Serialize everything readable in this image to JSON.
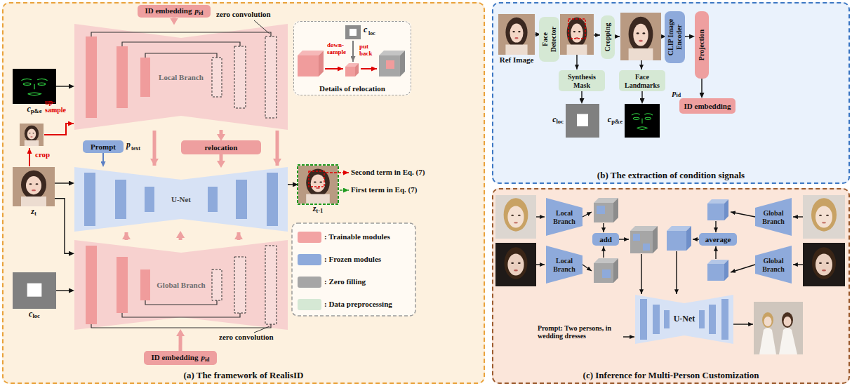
{
  "diagram": {
    "nodes": [
      {
        "text": [
          "(a) The framework of RealisID"
        ]
      },
      {
        "text": [
          "ID embedding",
          "p",
          "id"
        ],
        "in": 0
      },
      {
        "text": [
          "Local Branch"
        ],
        "in": 0
      },
      {
        "text": [
          "c",
          "p&e"
        ],
        "in": 0
      },
      {
        "text": [
          "z",
          "t"
        ],
        "in": 0
      },
      {
        "text": [
          "Prompt"
        ],
        "in": 0
      },
      {
        "text": [
          "relocation"
        ],
        "in": 0
      },
      {
        "text": [
          "U-Net"
        ],
        "in": 0
      },
      {
        "text": [
          "z",
          "t-1"
        ],
        "in": 0
      },
      {
        "text": [
          "c",
          "loc"
        ],
        "in": 0
      },
      {
        "text": [
          "Global Branch"
        ],
        "in": 0
      },
      {
        "text": [
          "ID embedding",
          "p",
          "id"
        ],
        "in": 0
      },
      {
        "text": [
          "Details of relocation"
        ],
        "in": 0
      },
      {
        "text": [
          "(b) The extraction of condition signals"
        ]
      },
      {
        "text": [
          "Ref Image"
        ],
        "in": 13
      },
      {
        "text": [
          "Face Detector"
        ],
        "in": 13
      },
      {
        "text": [
          "Cropping"
        ],
        "in": 13
      },
      {
        "text": [
          "CLIP Image Encoder"
        ],
        "in": 13
      },
      {
        "text": [
          "Projection"
        ],
        "in": 13
      },
      {
        "text": [
          "Synthesis Mask"
        ],
        "in": 13
      },
      {
        "text": [
          "Face Landmarks"
        ],
        "in": 13
      },
      {
        "text": [
          "p",
          "id",
          "ID embedding"
        ],
        "in": 13
      },
      {
        "text": [
          "c",
          "loc"
        ],
        "in": 13
      },
      {
        "text": [
          "c",
          "p&e"
        ],
        "in": 13
      },
      {
        "text": [
          "(c) Inference for Multi-Person Customization"
        ]
      },
      {
        "text": [
          "Local Branch"
        ],
        "in": 24
      },
      {
        "text": [
          "Local Branch"
        ],
        "in": 24
      },
      {
        "text": [
          "add"
        ],
        "in": 24
      },
      {
        "text": [
          "average"
        ],
        "in": 24
      },
      {
        "text": [
          "Global Branch"
        ],
        "in": 24
      },
      {
        "text": [
          "Global Branch"
        ],
        "in": 24
      },
      {
        "text": [
          "U-Net"
        ],
        "in": 24
      }
    ],
    "edges": [
      {
        "from": 1,
        "to": 2,
        "arrow": "to"
      },
      {
        "from": 3,
        "to": 2,
        "arrow": "to"
      },
      {
        "from": 4,
        "to": 7,
        "arrow": "to"
      },
      {
        "from": 4,
        "to": 10,
        "arrow": "to"
      },
      {
        "from": 9,
        "to": 10,
        "arrow": "to"
      },
      {
        "from": 11,
        "to": 10,
        "arrow": "to"
      },
      {
        "from": 2,
        "to": 6,
        "arrow": "to"
      },
      {
        "from": 6,
        "to": 7,
        "arrow": "to"
      },
      {
        "from": 5,
        "to": 7,
        "arrow": "to"
      },
      {
        "from": 10,
        "to": 7,
        "arrow": "to"
      },
      {
        "from": 7,
        "to": 8,
        "arrow": "to"
      },
      {
        "from": 14,
        "to": 15,
        "arrow": "to"
      },
      {
        "from": 17,
        "to": 18,
        "arrow": "to"
      },
      {
        "from": 18,
        "to": 21,
        "arrow": "to"
      },
      {
        "from": 19,
        "to": 22,
        "arrow": "to"
      },
      {
        "from": 20,
        "to": 23,
        "arrow": "to"
      }
    ],
    "labels": [
      "zero convolution",
      "zero convolution",
      "crop",
      "up-sample",
      "p",
      "text",
      "c",
      "loc",
      "down-sample",
      "put back",
      "Second term in Eq. (7)",
      "First term in Eq. (7)",
      "Prompt: Two persons, in wedding dresses"
    ],
    "legend": [
      {
        "text": ": Trainable modules",
        "color": "#f2a3a3"
      },
      {
        "text": ": Frozen modules",
        "color": "#8eaadb"
      },
      {
        "text": ": Zero filling",
        "color": "#a6a6a6"
      },
      {
        "text": ": Data preprocessing",
        "color": "#d5e8d4"
      }
    ]
  }
}
